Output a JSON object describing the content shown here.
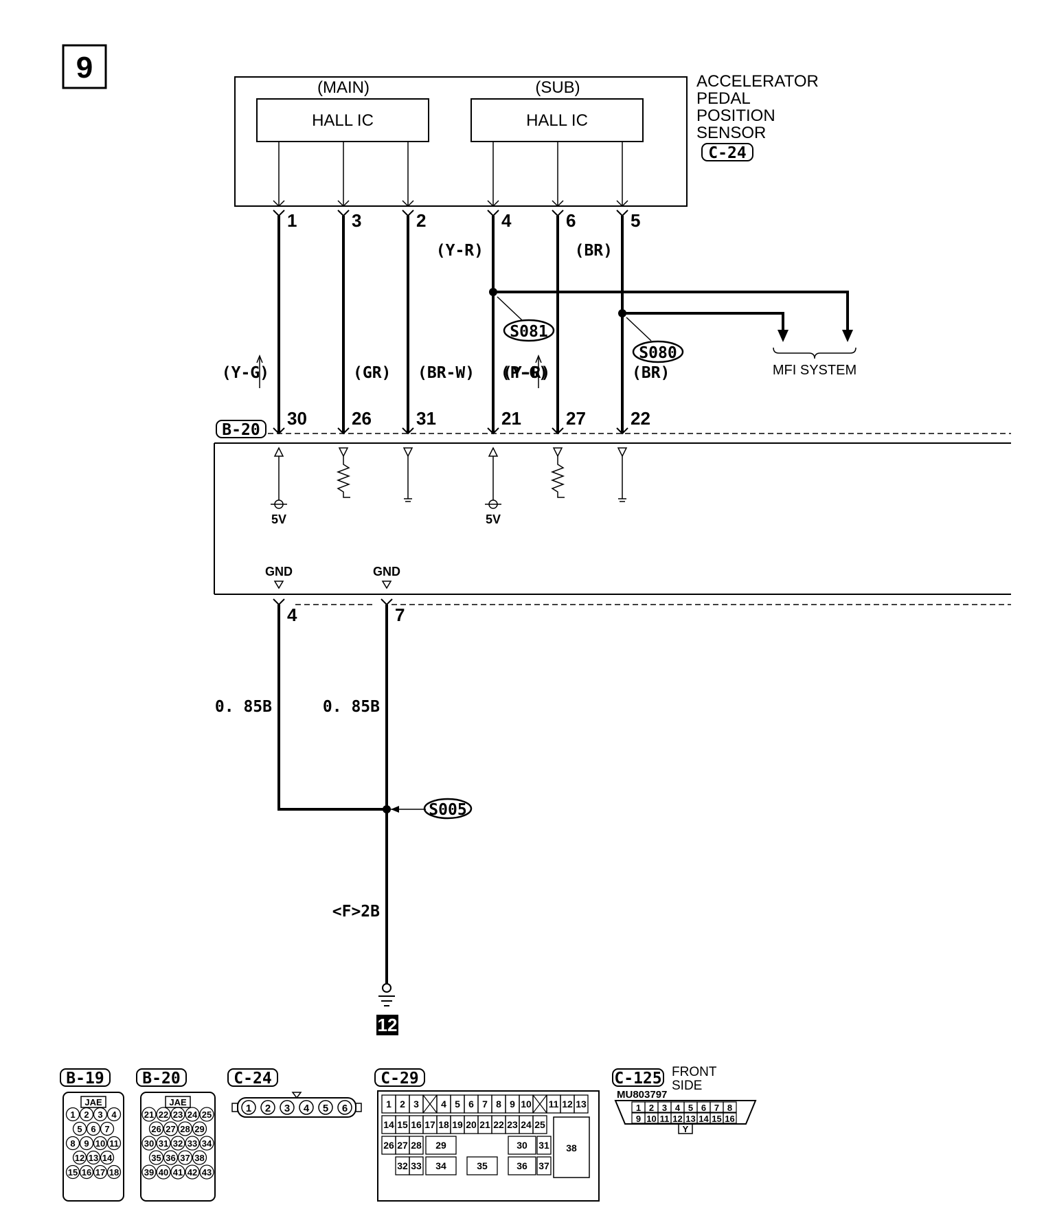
{
  "page_number": "9",
  "component": {
    "name_lines": [
      "ACCELERATOR",
      "PEDAL",
      "POSITION",
      "SENSOR"
    ],
    "connector": "C-24",
    "main_label": "(MAIN)",
    "sub_label": "(SUB)",
    "hall_ic_label": "HALL IC"
  },
  "sensor_pins": [
    {
      "pin": "1",
      "top_color": "",
      "bottom_color": "(Y-G)",
      "ecu_pin": "30",
      "ecu_type": "5v",
      "ecu_label": "5V",
      "arrow_up": true
    },
    {
      "pin": "3",
      "top_color": "",
      "bottom_color": "(GR)",
      "ecu_pin": "26",
      "ecu_type": "resistor",
      "ecu_label": "",
      "arrow_up": false
    },
    {
      "pin": "2",
      "top_color": "",
      "bottom_color": "(BR-W)",
      "ecu_pin": "31",
      "ecu_type": "ground",
      "ecu_label": "",
      "arrow_up": false
    },
    {
      "pin": "4",
      "top_color": "(Y-R)",
      "bottom_color": "(Y-R)",
      "ecu_pin": "21",
      "ecu_type": "5v",
      "ecu_label": "5V",
      "arrow_up": false
    },
    {
      "pin": "6",
      "top_color": "",
      "bottom_color": "(P-G)",
      "ecu_pin": "27",
      "ecu_type": "resistor",
      "ecu_label": "",
      "arrow_up": true
    },
    {
      "pin": "5",
      "top_color": "(BR)",
      "bottom_color": "(BR)",
      "ecu_pin": "22",
      "ecu_type": "ground",
      "ecu_label": "",
      "arrow_up": false
    }
  ],
  "splices": {
    "s081": "S081",
    "s080": "S080",
    "s005": "S005"
  },
  "mfi_system": "MFI SYSTEM",
  "ecu_connector": "B-20",
  "ground_pins": [
    {
      "label": "GND",
      "pin": "4",
      "wire": "0. 85B"
    },
    {
      "label": "GND",
      "pin": "7",
      "wire": "0. 85B"
    }
  ],
  "ground_wire": "<F>2B",
  "ground_point": "12",
  "connector_views": {
    "b19": {
      "label": "B-19",
      "maker": "JAE",
      "rows": [
        [
          "1",
          "2",
          "3",
          "4"
        ],
        [
          "5",
          "6",
          "7"
        ],
        [
          "8",
          "9",
          "10",
          "11"
        ],
        [
          "12",
          "13",
          "14"
        ],
        [
          "15",
          "16",
          "17",
          "18"
        ]
      ]
    },
    "b20": {
      "label": "B-20",
      "maker": "JAE",
      "rows": [
        [
          "21",
          "22",
          "23",
          "24",
          "25"
        ],
        [
          "26",
          "27",
          "28",
          "29"
        ],
        [
          "30",
          "31",
          "32",
          "33",
          "34"
        ],
        [
          "35",
          "36",
          "37",
          "38"
        ],
        [
          "39",
          "40",
          "41",
          "42",
          "43"
        ]
      ]
    },
    "c24": {
      "label": "C-24",
      "pins": [
        "1",
        "2",
        "3",
        "4",
        "5",
        "6"
      ]
    },
    "c29": {
      "label": "C-29",
      "row1": [
        "1",
        "2",
        "3",
        "",
        "4",
        "5",
        "6",
        "7",
        "8",
        "9",
        "10",
        "",
        "11",
        "12",
        "13"
      ],
      "row2": [
        "14",
        "15",
        "16",
        "17",
        "18",
        "19",
        "20",
        "21",
        "22",
        "23",
        "24",
        "25"
      ],
      "row3": [
        "26",
        "27",
        "28",
        "29",
        "30",
        "31"
      ],
      "row4": [
        "32",
        "33",
        "34",
        "35",
        "36",
        "37"
      ],
      "big": "38"
    },
    "c125": {
      "label": "C-125",
      "side_lines": [
        "FRONT",
        "SIDE"
      ],
      "part_no": "MU803797",
      "row1": [
        "1",
        "2",
        "3",
        "4",
        "5",
        "6",
        "7",
        "8"
      ],
      "row2": [
        "9",
        "10",
        "11",
        "12",
        "13",
        "14",
        "15",
        "16"
      ],
      "color": "Y"
    }
  }
}
